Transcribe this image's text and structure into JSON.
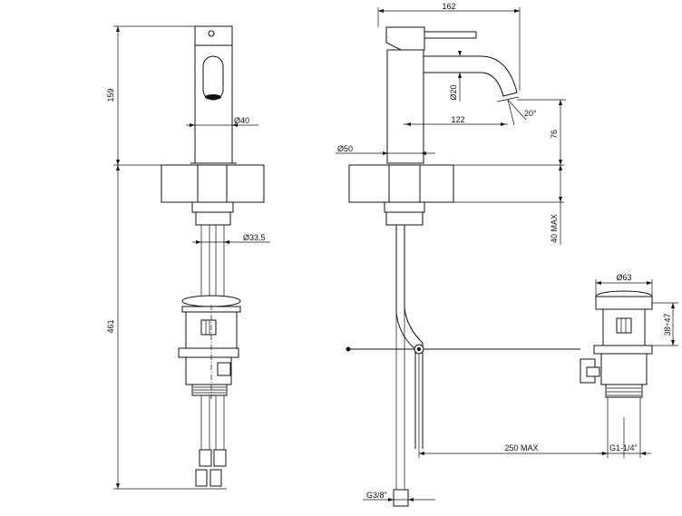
{
  "dimensions": {
    "body_height": "159",
    "total_height": "461",
    "body_diameter": "Ø40",
    "hose_diameter": "Ø33.5",
    "spout_width": "162",
    "spout_diameter": "Ø20",
    "spout_reach": "122",
    "spout_angle": "20°",
    "base_diameter": "Ø50",
    "spout_height": "76",
    "deck_thickness": "40 MAX",
    "waste_cap_diameter": "Ø63",
    "waste_height_range": "38÷47",
    "rod_length": "250 MAX",
    "waste_thread": "G1-1/4\"",
    "hose_thread": "G3/8\""
  }
}
